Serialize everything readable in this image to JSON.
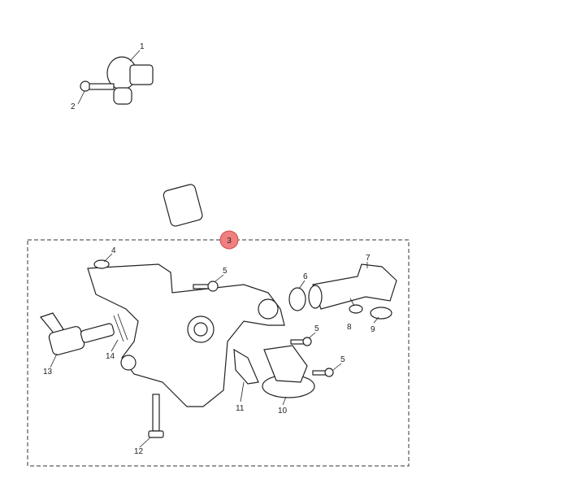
{
  "diagram": {
    "group_badge": {
      "label": "3",
      "fill": "#f08080",
      "stroke": "#d04848"
    },
    "callouts": [
      {
        "id": "c1",
        "label": "1"
      },
      {
        "id": "c2",
        "label": "2"
      },
      {
        "id": "c4",
        "label": "4"
      },
      {
        "id": "c5a",
        "label": "5"
      },
      {
        "id": "c6",
        "label": "6"
      },
      {
        "id": "c7",
        "label": "7"
      },
      {
        "id": "c5b",
        "label": "5"
      },
      {
        "id": "c8",
        "label": "8"
      },
      {
        "id": "c9",
        "label": "9"
      },
      {
        "id": "c5c",
        "label": "5"
      },
      {
        "id": "c13",
        "label": "13"
      },
      {
        "id": "c14",
        "label": "14"
      },
      {
        "id": "c11",
        "label": "11"
      },
      {
        "id": "c10",
        "label": "10"
      },
      {
        "id": "c12",
        "label": "12"
      }
    ]
  }
}
